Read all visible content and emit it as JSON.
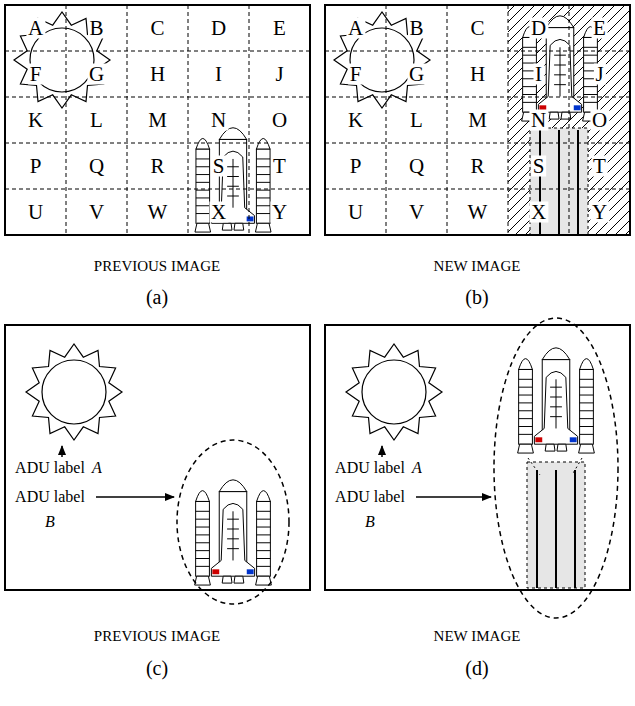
{
  "diagram": {
    "labels": [
      "A",
      "B",
      "C",
      "D",
      "E",
      "F",
      "G",
      "H",
      "I",
      "J",
      "K",
      "L",
      "M",
      "N",
      "O",
      "P",
      "Q",
      "R",
      "S",
      "T",
      "U",
      "V",
      "W",
      "X",
      "Y",
      "PREVIOUS IMAGE",
      "(a)",
      "A",
      "B",
      "C",
      "D",
      "E",
      "F",
      "G",
      "H",
      "I",
      "J",
      "K",
      "L",
      "M",
      "N",
      "O",
      "P",
      "Q",
      "R",
      "S",
      "T",
      "U",
      "V",
      "W",
      "X",
      "Y",
      "NEW IMAGE",
      "(b)",
      "ADU label",
      "A",
      "ADU label",
      "B",
      "PREVIOUS IMAGE",
      "(c)",
      "ADU label",
      "A",
      "ADU label",
      "B",
      "NEW IMAGE",
      "(d)"
    ]
  }
}
